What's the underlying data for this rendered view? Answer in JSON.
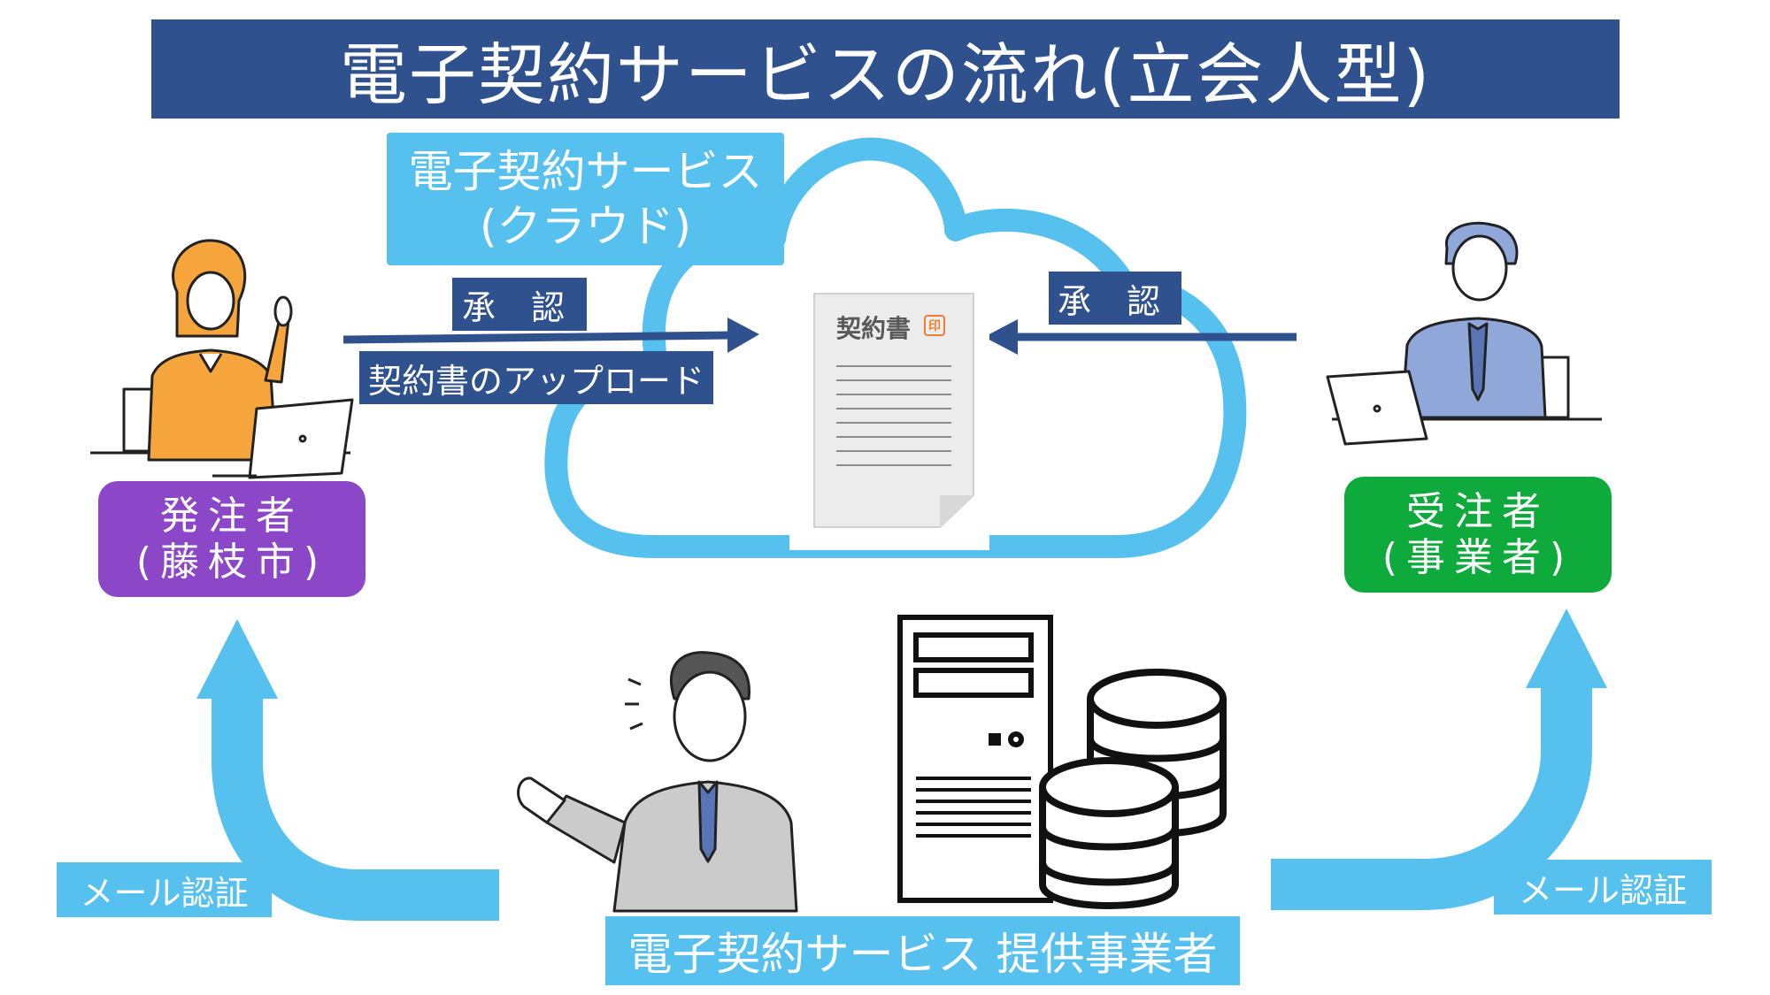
{
  "title": "電子契約サービスの流れ(立会人型)",
  "cloud_label": {
    "line1": "電子契約サービス",
    "line2": "(クラウド)"
  },
  "flow": {
    "approve_left": "承 認",
    "upload": "契約書のアップロード",
    "approve_right": "承 認"
  },
  "document": {
    "title": "契約書",
    "seal": "印"
  },
  "orderer": {
    "line1": "発注者",
    "line2": "(藤枝市)"
  },
  "contractor": {
    "line1": "受注者",
    "line2": "(事業者)"
  },
  "mail_left": "メール認証",
  "mail_right": "メール認証",
  "provider": "電子契約サービス 提供事業者",
  "colors": {
    "navy": "#2F528F",
    "cyan": "#56C1EE",
    "purple": "#8B47C8",
    "green": "#0FAA3C"
  },
  "icons": [
    "cloud-icon",
    "document-icon",
    "woman-laptop-icon",
    "man-laptop-icon",
    "presenter-man-icon",
    "server-icon",
    "database-icon"
  ]
}
